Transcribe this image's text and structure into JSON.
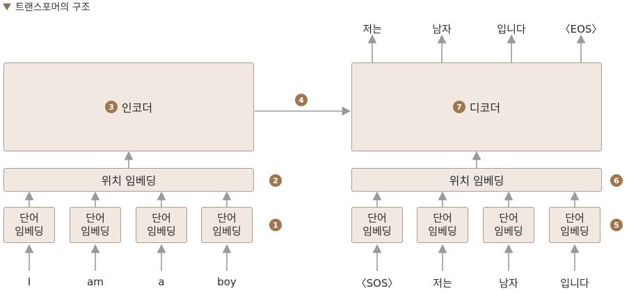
{
  "title": "트랜스포머의 구조",
  "encoder": {
    "label": "인코더",
    "badge": "3",
    "pos_embedding": {
      "label": "위치 임베딩",
      "badge": "2"
    },
    "word_embedding": {
      "line1": "단어",
      "line2": "임베딩",
      "badge": "1"
    },
    "inputs": [
      "I",
      "am",
      "a",
      "boy"
    ]
  },
  "link_badge": "4",
  "decoder": {
    "label": "디코더",
    "badge": "7",
    "pos_embedding": {
      "label": "위치 임베딩",
      "badge": "6"
    },
    "word_embedding": {
      "line1": "단어",
      "line2": "임베딩",
      "badge": "5"
    },
    "inputs": [
      "〈SOS〉",
      "저는",
      "남자",
      "입니다"
    ],
    "outputs": [
      "저는",
      "남자",
      "입니다",
      "〈EOS〉"
    ]
  },
  "colors": {
    "box_fill": "#f1e9e1",
    "box_border": "#a89c90",
    "badge": "#a0764f",
    "arrow": "#9a9a9a"
  }
}
